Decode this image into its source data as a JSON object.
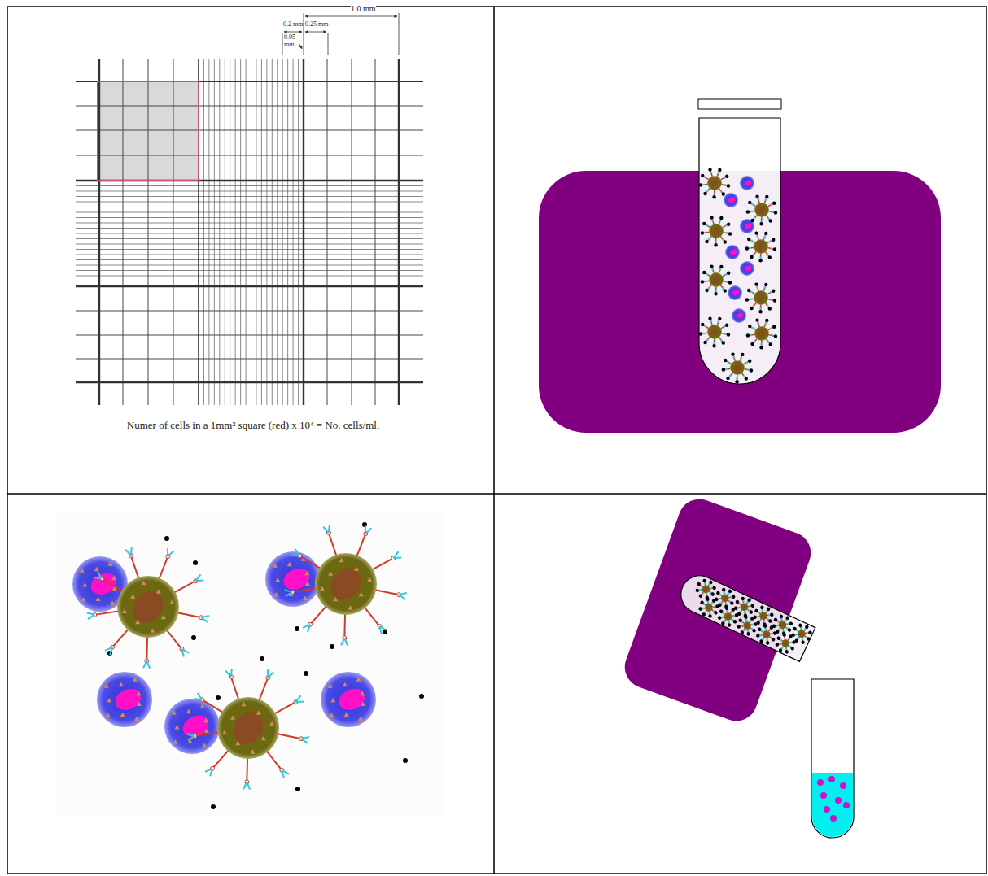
{
  "diagram": {
    "labels": [
      "1.0 mm",
      "0.2 mm",
      "0.25 mm",
      "0.05 mm",
      "Numer of cells in a 1mm² square (red) x 10⁴ = No. cells/ml."
    ]
  }
}
